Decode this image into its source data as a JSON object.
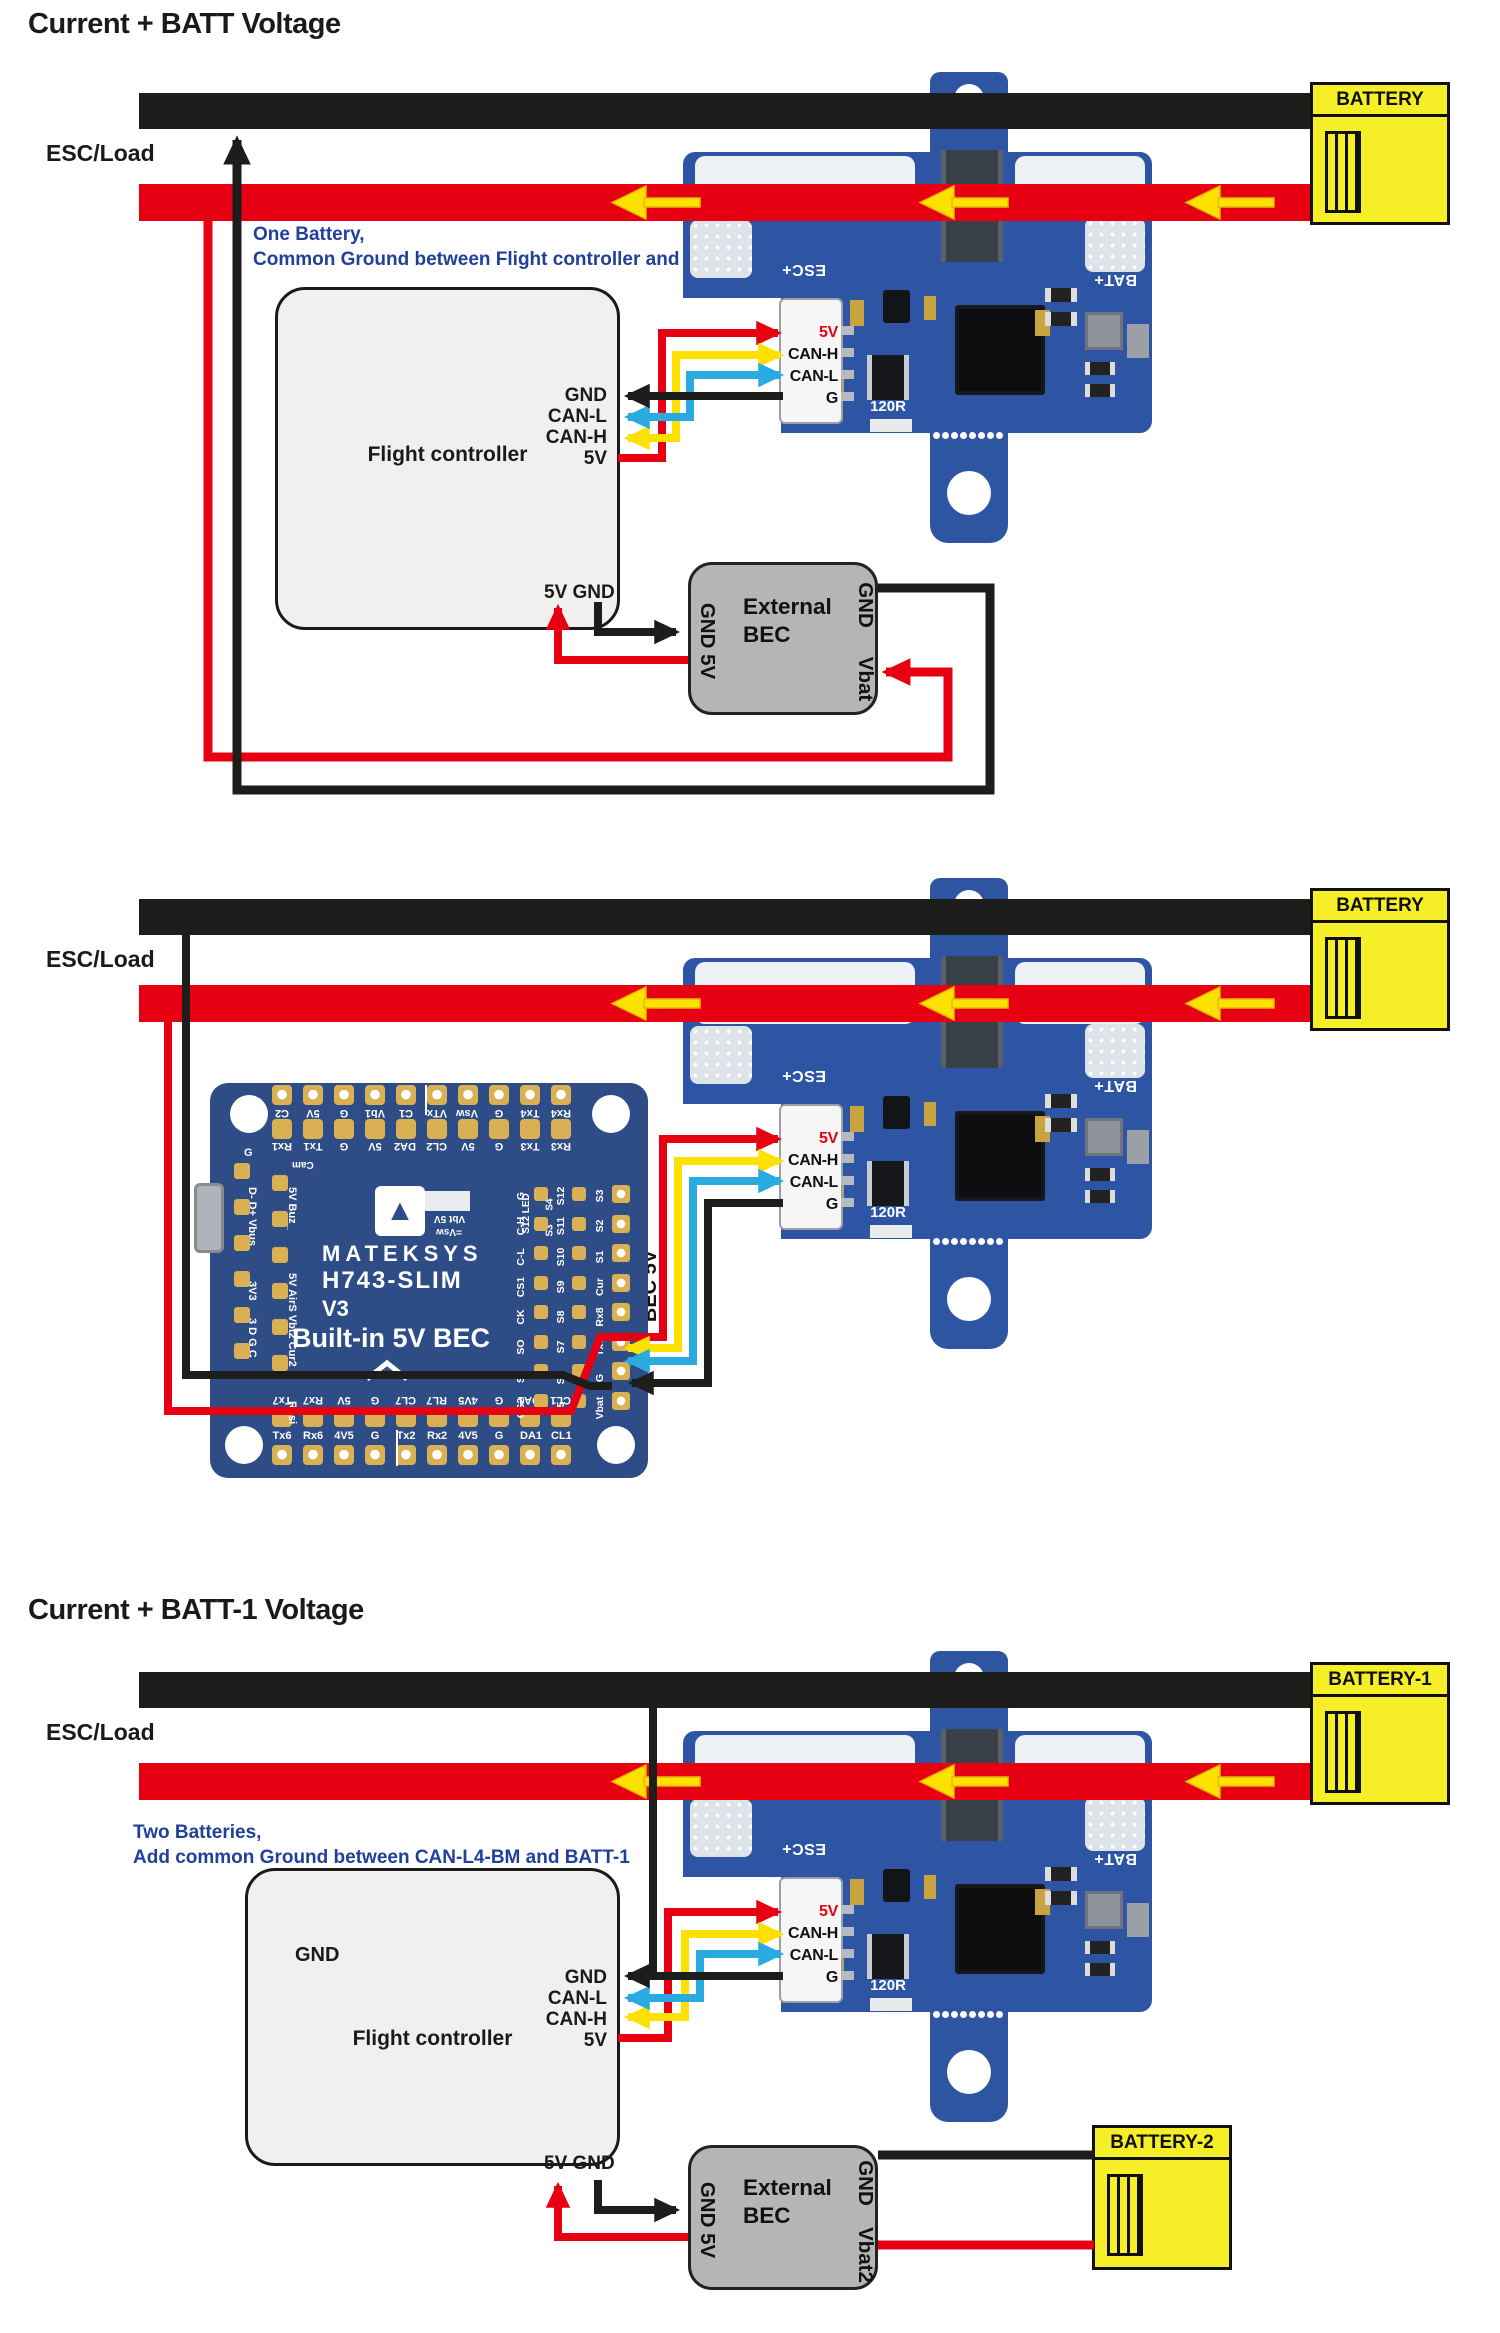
{
  "sections": {
    "s1": {
      "title": "Current + BATT Voltage",
      "esc_load": "ESC/Load",
      "note_line1": "One Battery,",
      "note_line2": "Common Ground between Flight controller and ESC/Load",
      "battery_label": "BATTERY",
      "fc": {
        "title": "Flight controller",
        "pins": [
          "GND",
          "CAN-L",
          "CAN-H",
          "5V"
        ],
        "bottom_pads": "5V GND"
      },
      "bec": {
        "left_pins": "GND 5V",
        "line1": "External",
        "line2": "BEC",
        "right_top": "GND",
        "right_bottom": "Vbat"
      }
    },
    "s2": {
      "esc_load": "ESC/Load",
      "battery_label": "BATTERY",
      "bec_5v_label": "BEC 5V"
    },
    "s3": {
      "title": "Current + BATT-1 Voltage",
      "esc_load": "ESC/Load",
      "note_line1": "Two Batteries,",
      "note_line2": "Add common Ground between CAN-L4-BM and BATT-1",
      "battery1_label": "BATTERY-1",
      "battery2_label": "BATTERY-2",
      "fc": {
        "gnd_label": "GND",
        "title": "Flight controller",
        "pins": [
          "GND",
          "CAN-L",
          "CAN-H",
          "5V"
        ],
        "bottom_pads": "5V GND"
      },
      "bec": {
        "left_pins": "GND 5V",
        "line1": "External",
        "line2": "BEC",
        "right_top": "GND",
        "right_bottom": "Vbat2"
      }
    }
  },
  "module": {
    "esc_plus": "ESC+",
    "bat_plus": "BAT+",
    "pins": [
      "5V",
      "CAN-H",
      "CAN-L",
      "G"
    ],
    "terminator": "120R"
  },
  "board": {
    "brand": "MATEKSYS",
    "model": "H743-SLIM",
    "rev": "V3",
    "bec": "Built-in 5V BEC",
    "top_row1": [
      "C2",
      "5V",
      "G",
      "Vb1",
      "C1",
      "VTx",
      "Vsw",
      "G",
      "Tx4",
      "Rx4"
    ],
    "top_row2": [
      "Rx1",
      "Tx1",
      "G",
      "5V",
      "DA2",
      "CL2",
      "5V",
      "G",
      "Tx3",
      "Rx3"
    ],
    "bottom_row_inner": [
      "Tx7",
      "Rx7",
      "5V",
      "G",
      "CL7",
      "RL7",
      "4V5",
      "G",
      "DA1",
      "CL1"
    ],
    "bottom_row_outer": [
      "Tx6",
      "Rx6",
      "4V5",
      "G",
      "Tx2",
      "Rx2",
      "4V5",
      "G",
      "DA1",
      "CL1"
    ],
    "left_labels": {
      "g": "G",
      "cam": "Cam",
      "usb": "D- D+ Vbus",
      "buz": "5V Buz_",
      "v33": "3V3",
      "airs": "5V AirS Vbt2 Cur2",
      "dgc": "3 D G C",
      "rssi": "Rssi"
    },
    "cluster": {
      "vbt": "Vbt 5V",
      "vsw": "=Vsw",
      "s12led": "S12 LED",
      "s4": "S4",
      "s3": "S3"
    },
    "right_col_inner": [
      "G",
      "C-H",
      "C-L",
      "CS1",
      "CK",
      "SO",
      "SI",
      "CS2"
    ],
    "right_col_mid": [
      "S12",
      "S11",
      "S10",
      "S9",
      "S8",
      "S7",
      "S6",
      "S5"
    ],
    "right_col_edge": [
      "S3",
      "S2",
      "S1",
      "Cur",
      "Rx8",
      "Tx8",
      "G",
      "Vbat"
    ]
  },
  "colors": {
    "wire_black": "#1d1d1b",
    "wire_red": "#e60012",
    "wire_yellow": "#ffe100",
    "wire_can_l": "#29abe2",
    "note_blue": "#20409a",
    "battery_yellow": "#f6ee26",
    "pcb_module": "#2e55a3",
    "pcb_board": "#2e4d86"
  }
}
